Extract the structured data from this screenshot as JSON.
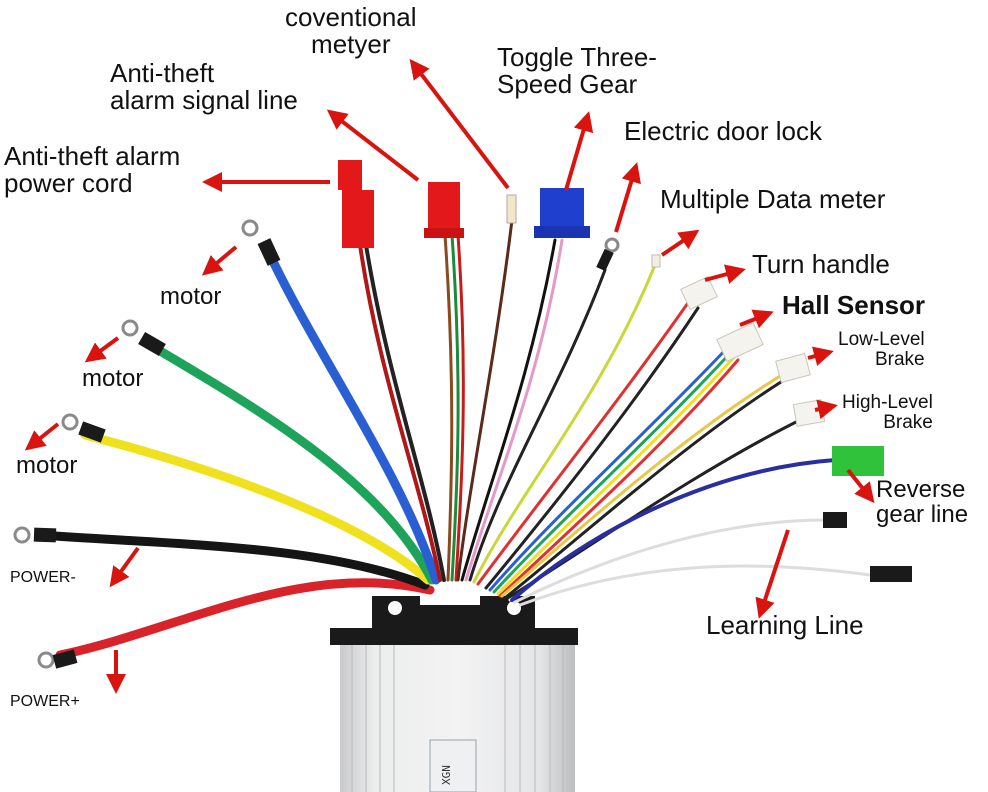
{
  "labels": {
    "conventional_meter": "coventional\nmetyer",
    "antitheft_signal": "Anti-theft\nalarm signal line",
    "toggle_gear": "Toggle Three-\nSpeed Gear",
    "door_lock": "Electric door lock",
    "antitheft_power": "Anti-theft alarm\npower cord",
    "multi_data_meter": "Multiple Data meter",
    "turn_handle": "Turn handle",
    "hall_sensor": "Hall Sensor",
    "low_brake": "Low-Level\nBrake",
    "high_brake": "High-Level\nBrake",
    "motor_1": "motor",
    "motor_2": "motor",
    "motor_3": "motor",
    "reverse_gear": "Reverse\ngear line",
    "power_minus": "POWER-",
    "power_plus": "POWER+",
    "learning_line": "Learning Line"
  },
  "model_text": "XGN",
  "colors": {
    "arrow": "#d9140f",
    "red_connector": "#e3181a",
    "blue_connector": "#1f3fcf",
    "green_connector": "#2fc23a",
    "housing": "#d8d9db",
    "bracket": "#1a1a1a"
  }
}
